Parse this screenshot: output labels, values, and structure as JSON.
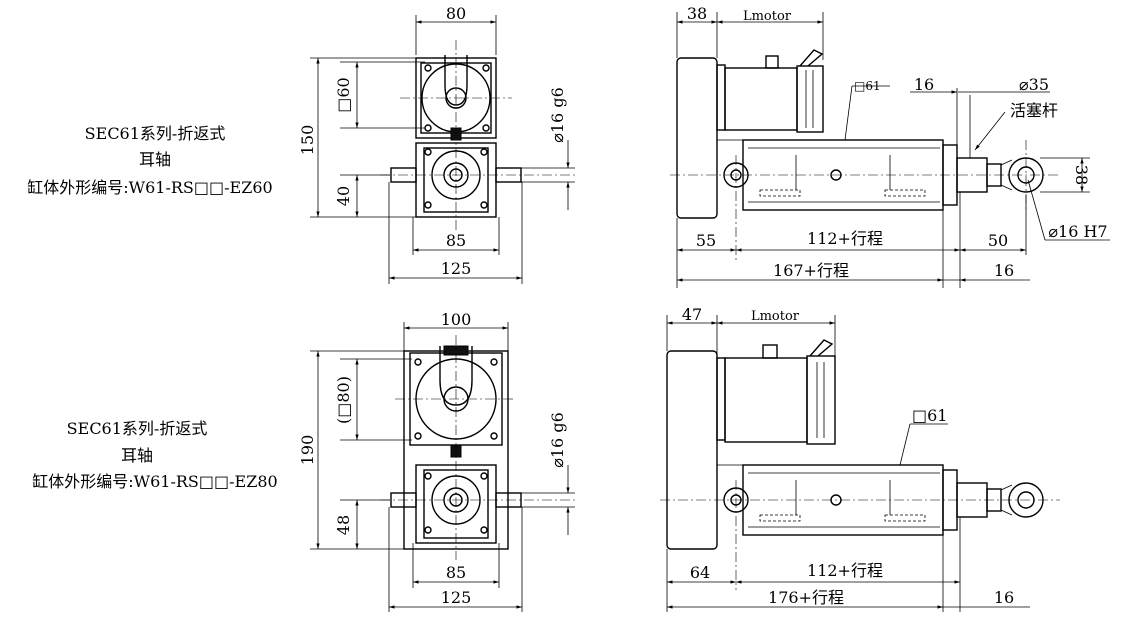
{
  "labels": {
    "top": {
      "title": "SEC61系列-折返式",
      "subtitle": "耳轴",
      "model": "缸体外形编号:W61-RS□□-EZ60"
    },
    "bottom": {
      "title": "SEC61系列-折返式",
      "subtitle": "耳轴",
      "model": "缸体外形编号:W61-RS□□-EZ80"
    }
  },
  "dims_top": {
    "width_80": "80",
    "height_150": "150",
    "flange_60": "□60",
    "shaft_40": "40",
    "base_85": "85",
    "overall_125": "125",
    "shaft_dia": "⌀16 g6",
    "offset_38": "38",
    "lmotor": "Lmotor",
    "tube_61": "□61",
    "dim_16a": "16",
    "rod_35": "⌀35",
    "rod_name": "活塞杆",
    "eye_38": "38",
    "eye_hole": "⌀16 H7",
    "dim_55": "55",
    "stroke_112": "112+行程",
    "dim_50": "50",
    "total_167": "167+行程",
    "dim_16b": "16"
  },
  "dims_bottom": {
    "width_100": "100",
    "height_190": "190",
    "flange_80": "(□80)",
    "shaft_48": "48",
    "base_85": "85",
    "overall_125": "125",
    "shaft_dia": "⌀16 g6",
    "offset_47": "47",
    "lmotor": "Lmotor",
    "tube_61": "□61",
    "dim_64": "64",
    "stroke_112": "112+行程",
    "total_176": "176+行程",
    "dim_16": "16"
  }
}
